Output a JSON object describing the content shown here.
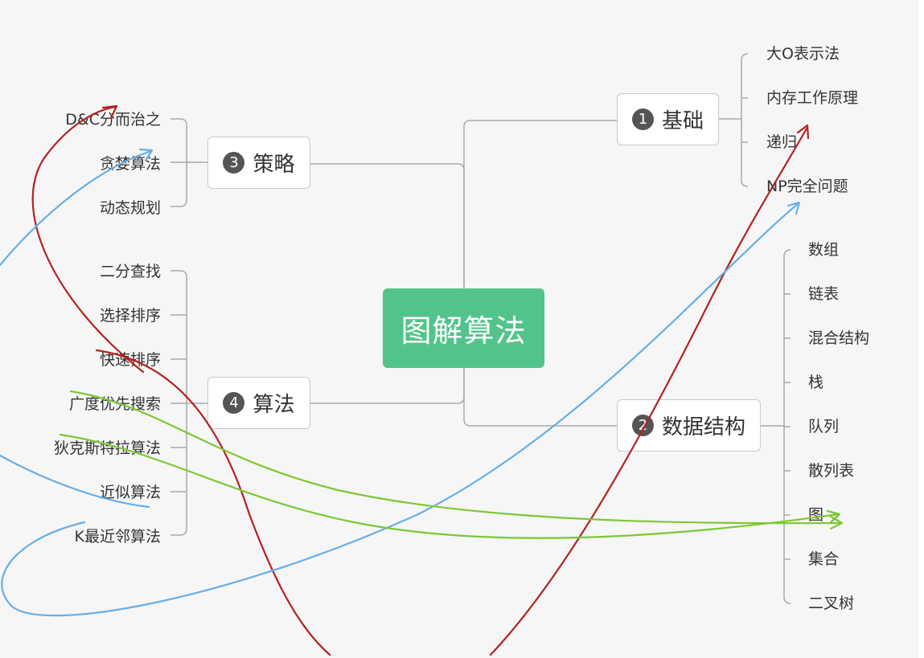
{
  "root": {
    "label": "图解算法"
  },
  "topics": {
    "basics": {
      "number": "1",
      "label": "基础",
      "items": [
        "大O表示法",
        "内存工作原理",
        "递归",
        "NP完全问题"
      ]
    },
    "data_structures": {
      "number": "2",
      "label": "数据结构",
      "items": [
        "数组",
        "链表",
        "混合结构",
        "栈",
        "队列",
        "散列表",
        "图",
        "集合",
        "二叉树"
      ]
    },
    "strategies": {
      "number": "3",
      "label": "策略",
      "items": [
        "D&C分而治之",
        "贪婪算法",
        "动态规划"
      ]
    },
    "algorithms": {
      "number": "4",
      "label": "算法",
      "items": [
        "二分查找",
        "选择排序",
        "快速排序",
        "广度优先搜索",
        "狄克斯特拉算法",
        "近似算法",
        "K最近邻算法"
      ]
    }
  },
  "colors": {
    "root_fill": "#52c48b",
    "connector": "#a8a8a8",
    "annotation_red": "#b3221f",
    "annotation_blue": "#66aee8",
    "annotation_green": "#7cc832"
  }
}
